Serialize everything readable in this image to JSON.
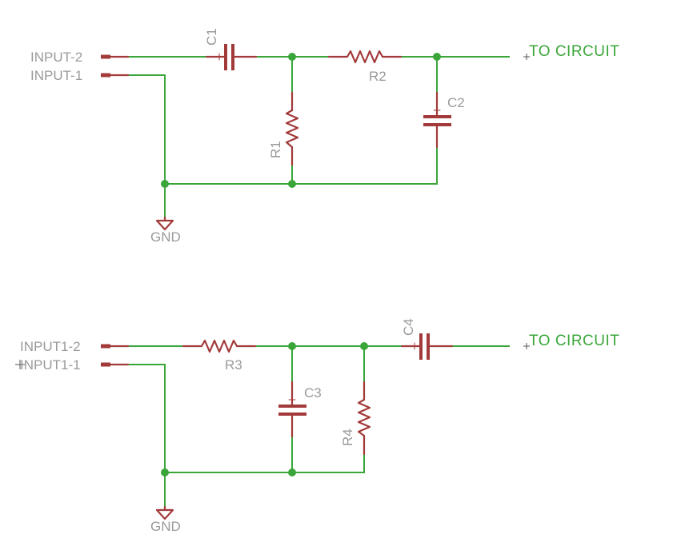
{
  "circuit_top": {
    "inputs": [
      "INPUT-2",
      "INPUT-1"
    ],
    "components": {
      "c1": "C1",
      "r2": "R2",
      "r1": "R1",
      "c2": "C2"
    },
    "output_label": "TO CIRCUIT",
    "ground_label": "GND"
  },
  "circuit_bottom": {
    "inputs": [
      "INPUT1-2",
      "INPUT1-1"
    ],
    "components": {
      "r3": "R3",
      "c3": "C3",
      "r4": "R4",
      "c4": "C4"
    },
    "output_label": "TO CIRCUIT",
    "ground_label": "GND"
  },
  "colors": {
    "wire": "#3aa63a",
    "component": "#a33a3a",
    "label": "#9a9a9a"
  }
}
